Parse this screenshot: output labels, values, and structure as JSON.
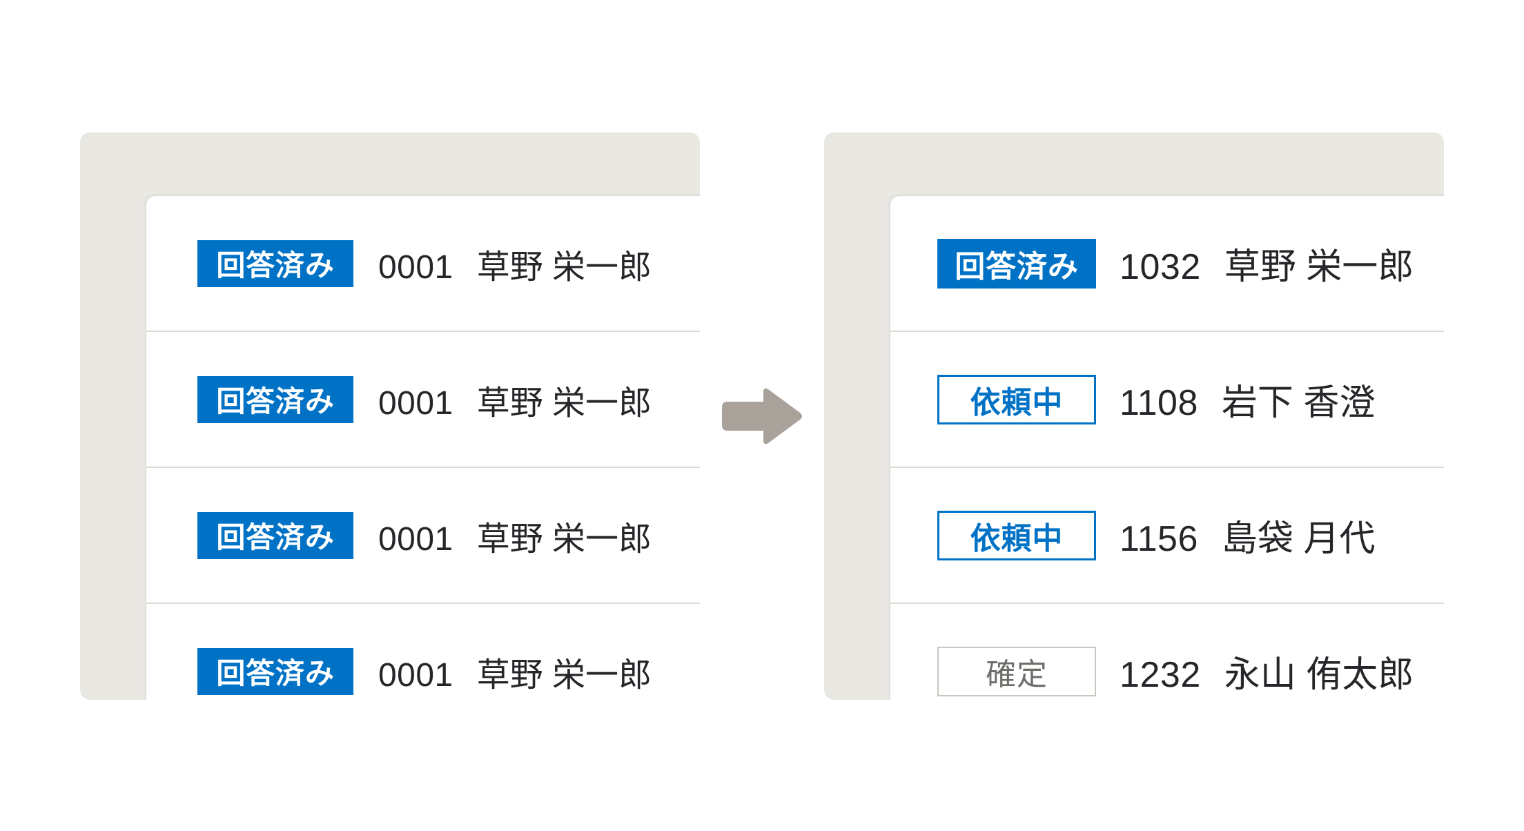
{
  "colors": {
    "panel_background": "#eae8e3",
    "card_background": "#ffffff",
    "accent_blue": "#0072c6",
    "badge_gray_text": "#6e6e6a",
    "badge_gray_border": "#c9c6c0",
    "row_divider": "#dcdad6",
    "arrow_gray": "#a8a29a",
    "text_primary": "#26262a"
  },
  "arrow": {
    "icon": "arrow-right-icon",
    "direction": "right"
  },
  "before_panel": {
    "name": "before-state",
    "rows": [
      {
        "status": "回答済み",
        "status_style": "filled",
        "id": "0001",
        "person": "草野 栄一郎"
      },
      {
        "status": "回答済み",
        "status_style": "filled",
        "id": "0001",
        "person": "草野 栄一郎"
      },
      {
        "status": "回答済み",
        "status_style": "filled",
        "id": "0001",
        "person": "草野 栄一郎"
      },
      {
        "status": "回答済み",
        "status_style": "filled",
        "id": "0001",
        "person": "草野 栄一郎"
      }
    ]
  },
  "after_panel": {
    "name": "after-state",
    "rows": [
      {
        "status": "回答済み",
        "status_style": "filled",
        "id": "1032",
        "person": "草野 栄一郎"
      },
      {
        "status": "依頼中",
        "status_style": "outline-blue",
        "id": "1108",
        "person": "岩下 香澄"
      },
      {
        "status": "依頼中",
        "status_style": "outline-blue",
        "id": "1156",
        "person": "島袋 月代"
      },
      {
        "status": "確定",
        "status_style": "outline-gray",
        "id": "1232",
        "person": "永山 侑太郎"
      }
    ]
  }
}
